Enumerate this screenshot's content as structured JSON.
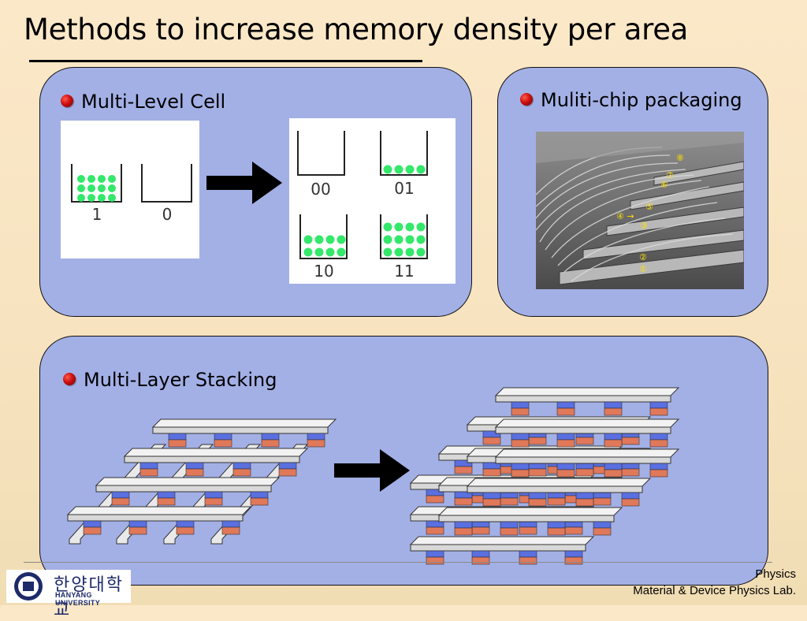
{
  "slide": {
    "title": "Methods to increase memory density per area"
  },
  "panels": {
    "mlc": {
      "heading": "Multi-Level Cell",
      "single_bit_labels": [
        "1",
        "0"
      ],
      "multi_bit_labels": [
        "00",
        "01",
        "10",
        "11"
      ]
    },
    "mcp": {
      "heading": "Muliti-chip packaging",
      "photo_markers": [
        "①",
        "②",
        "③",
        "④ →",
        "⑤",
        "⑥",
        "⑦",
        "⑧"
      ]
    },
    "stacking": {
      "heading": "Multi-Layer Stacking"
    }
  },
  "footer": {
    "line1": "Physics",
    "line2": "Material & Device Physics Lab.",
    "logo_korean": "한양대학교",
    "logo_english": "HANYANG UNIVERSITY"
  },
  "colors": {
    "panel": "#a3b0e6",
    "dot": "#33e86a",
    "pillar_top": "#5a6fe0",
    "pillar_bottom": "#e0785a",
    "background": "#f7e3bf"
  },
  "icons": [
    "bullet-icon",
    "arrow-right-icon",
    "university-seal-icon"
  ]
}
